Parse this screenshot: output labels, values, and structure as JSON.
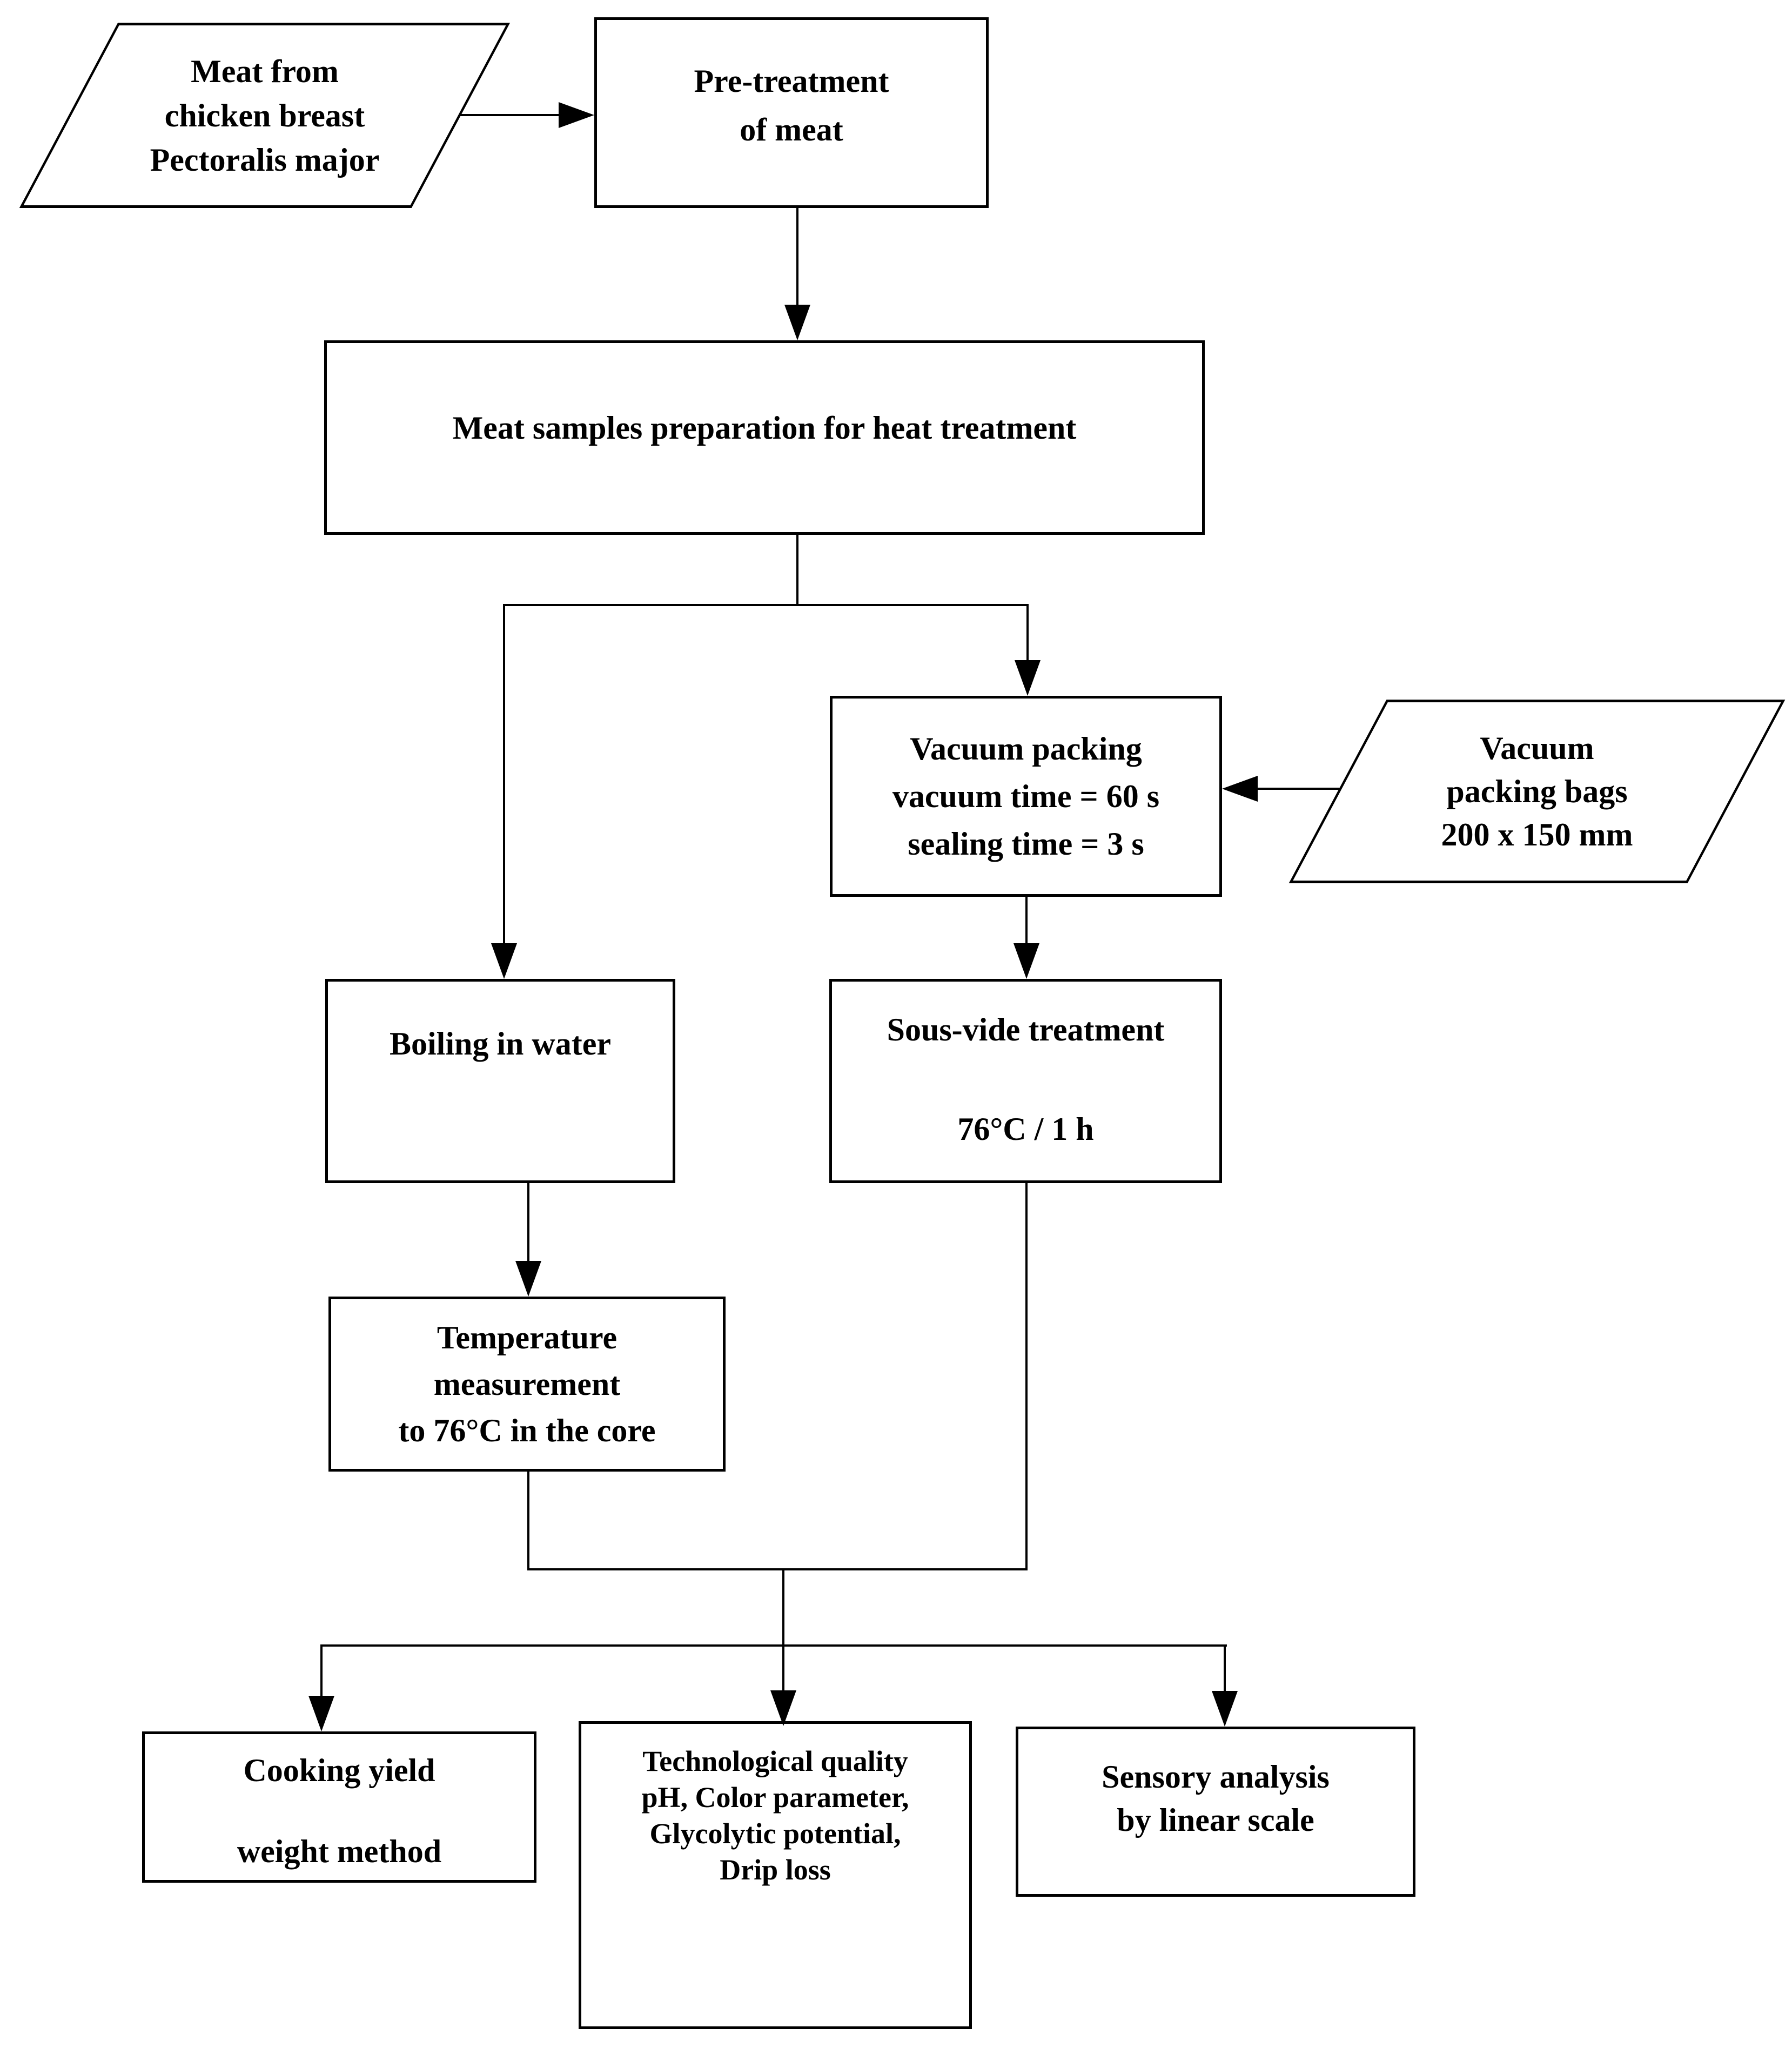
{
  "colors": {
    "line": "#000000",
    "text": "#000000",
    "background": "#ffffff"
  },
  "nodes": {
    "meat_source": {
      "shape": "parallelogram",
      "lines": [
        "Meat from",
        "chicken breast",
        "Pectoralis major"
      ]
    },
    "pretreatment": {
      "shape": "process",
      "lines": [
        "Pre-treatment",
        "of meat"
      ]
    },
    "preparation": {
      "shape": "process",
      "lines": [
        "Meat samples preparation for heat treatment"
      ]
    },
    "vacuum_packing": {
      "shape": "process",
      "lines": [
        "Vacuum packing",
        "vacuum time = 60 s",
        "sealing time = 3 s"
      ]
    },
    "packing_bags": {
      "shape": "parallelogram",
      "lines": [
        "Vacuum",
        "packing bags",
        "200 x 150 mm"
      ]
    },
    "boiling": {
      "shape": "process",
      "lines": [
        "Boiling in water"
      ]
    },
    "sous_vide": {
      "shape": "process",
      "lines": [
        "Sous-vide treatment",
        "76°C / 1 h"
      ]
    },
    "temperature": {
      "shape": "process",
      "lines": [
        "Temperature",
        "measurement",
        "to 76°C in the core"
      ]
    },
    "cooking_yield": {
      "shape": "process",
      "lines": [
        "Cooking yield",
        "weight method"
      ]
    },
    "tech_quality": {
      "shape": "process",
      "lines": [
        "Technological quality",
        "pH, Color parameter,",
        "Glycolytic potential,",
        "Drip loss"
      ]
    },
    "sensory": {
      "shape": "process",
      "lines": [
        "Sensory analysis",
        "by linear scale"
      ]
    }
  }
}
